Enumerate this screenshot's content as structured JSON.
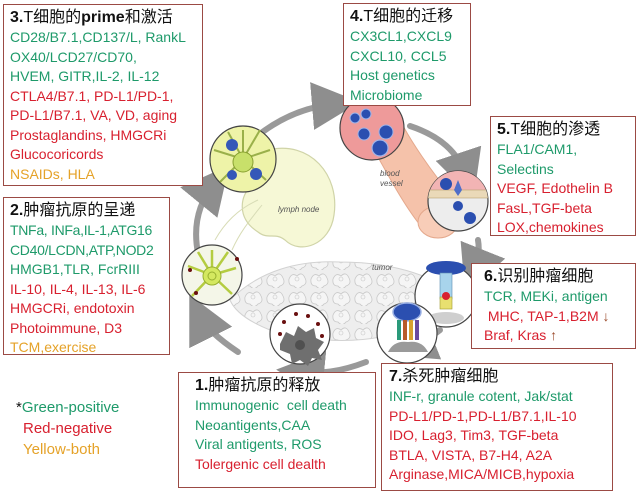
{
  "legend": {
    "marker": "*",
    "items": [
      {
        "text": "Green-positive",
        "color": "#1e9a6a"
      },
      {
        "text": "Red-negative",
        "color": "#d8202f"
      },
      {
        "text": "Yellow-both",
        "color": "#e5a228"
      }
    ]
  },
  "colors": {
    "positive": "#1e9a6a",
    "negative": "#d8202f",
    "both": "#e5a228",
    "box_border": "#9b4a44"
  },
  "diagram_labels": {
    "lymph_node": "lymph node",
    "blood_vessel_1": "blood",
    "blood_vessel_2": "vessel",
    "tumor": "tumor"
  },
  "boxes": {
    "step3": {
      "num": "3.",
      "title_a": "T细胞的",
      "title_b": "prime",
      "title_c": "和激活",
      "lines": [
        {
          "text": "CD28/B7.1,CD137/L, RankL",
          "type": "positive"
        },
        {
          "text": "OX40/LCD27/CD70,",
          "type": "positive"
        },
        {
          "text": "HVEM, GITR,IL-2, IL-12",
          "type": "positive"
        },
        {
          "text": "CTLA4/B7.1, PD-L1/PD-1,",
          "type": "negative"
        },
        {
          "text": "PD-L1/B7.1, VA, VD, aging",
          "type": "negative"
        },
        {
          "text": "Prostaglandins, HMGCRi",
          "type": "negative"
        },
        {
          "text": "Glucocoricords",
          "type": "negative"
        },
        {
          "text": "NSAIDs, HLA",
          "type": "both"
        }
      ]
    },
    "step4": {
      "num": "4.",
      "title": "T细胞的迁移",
      "lines": [
        {
          "text": "CX3CL1,CXCL9",
          "type": "positive"
        },
        {
          "text": "CXCL10, CCL5",
          "type": "positive"
        },
        {
          "text": "Host genetics",
          "type": "positive"
        },
        {
          "text": "Microbiome",
          "type": "positive"
        }
      ]
    },
    "step5": {
      "num": "5.",
      "title": "T细胞的渗透",
      "lines": [
        {
          "text": "FLA1/CAM1,",
          "type": "positive"
        },
        {
          "text": "Selectins",
          "type": "positive"
        },
        {
          "text": "VEGF, Edothelin B",
          "type": "negative"
        },
        {
          "text": "FasL,TGF-beta",
          "type": "negative"
        },
        {
          "text": "LOX,chemokines",
          "type": "negative"
        }
      ]
    },
    "step6": {
      "num": "6.",
      "title": "识别肿瘤细胞",
      "lines": [
        {
          "text": "TCR, MEKi, antigen",
          "type": "positive"
        },
        {
          "text": " MHC, TAP-1,B2M",
          "type": "negative",
          "mark": "↓"
        },
        {
          "text": "Braf, Kras",
          "type": "negative",
          "mark": "↑"
        }
      ]
    },
    "step2": {
      "num": "2.",
      "title": "肿瘤抗原的呈递",
      "lines": [
        {
          "text": "TNFa, INFa,IL-1,ATG16",
          "type": "positive"
        },
        {
          "text": "CD40/LCDN,ATP,NOD2",
          "type": "positive"
        },
        {
          "text": "HMGB1,TLR, FcrRIII",
          "type": "positive"
        },
        {
          "text": "IL-10, IL-4, IL-13, IL-6",
          "type": "negative"
        },
        {
          "text": "HMGCRi, endotoxin",
          "type": "negative"
        },
        {
          "text": "Photoimmune, D3",
          "type": "negative"
        },
        {
          "text": "TCM,exercise",
          "type": "both"
        }
      ]
    },
    "step1": {
      "num": "1.",
      "title": "肿瘤抗原的释放",
      "lines": [
        {
          "text": "Immunogenic  cell death",
          "type": "positive"
        },
        {
          "text": "Neoantigents,CAA",
          "type": "positive"
        },
        {
          "text": "Viral antigents, ROS",
          "type": "positive"
        },
        {
          "text": "Tolergenic cell dealth",
          "type": "negative"
        }
      ]
    },
    "step7": {
      "num": "7.",
      "title": "杀死肿瘤细胞",
      "lines": [
        {
          "text": "INF-r, granule cotent, Jak/stat",
          "type": "positive"
        },
        {
          "text": "PD-L1/PD-1,PD-L1/B7.1,IL-10",
          "type": "negative"
        },
        {
          "text": "IDO, Lag3, Tim3, TGF-beta",
          "type": "negative"
        },
        {
          "text": "BTLA, VISTA, B7-H4, A2A",
          "type": "negative"
        },
        {
          "text": "Arginase,MICA/MICB,hypoxia",
          "type": "negative"
        }
      ]
    }
  }
}
